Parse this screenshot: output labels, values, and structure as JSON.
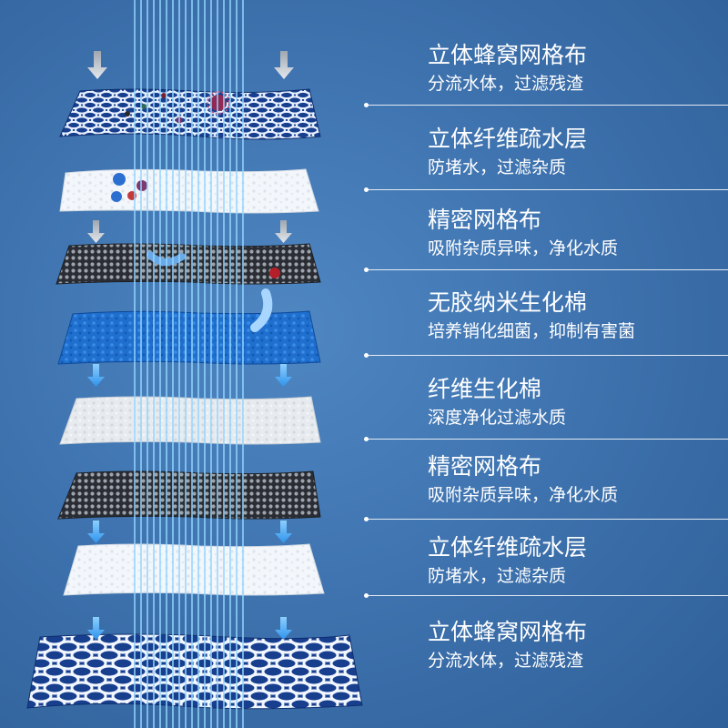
{
  "layers": [
    {
      "id": "honeycomb-top",
      "title": "立体蜂窝网格布",
      "desc": "分流水体，过滤残渣",
      "texture": "honeycomb-blue"
    },
    {
      "id": "fiber-drain-1",
      "title": "立体纤维疏水层",
      "desc": "防堵水，过滤杂质",
      "texture": "white-fiber"
    },
    {
      "id": "fine-mesh-1",
      "title": "精密网格布",
      "desc": "吸附杂质异味，净化水质",
      "texture": "dark-mesh"
    },
    {
      "id": "bio-cotton-blue",
      "title": "无胶纳米生化棉",
      "desc": "培养销化细菌，抑制有害菌",
      "texture": "blue-cotton"
    },
    {
      "id": "fiber-bio-cotton",
      "title": "纤维生化棉",
      "desc": "深度净化过滤水质",
      "texture": "grey-cotton"
    },
    {
      "id": "fine-mesh-2",
      "title": "精密网格布",
      "desc": "吸附杂质异味，净化水质",
      "texture": "dark-mesh"
    },
    {
      "id": "fiber-drain-2",
      "title": "立体纤维疏水层",
      "desc": "防堵水，过滤杂质",
      "texture": "white-fiber"
    },
    {
      "id": "honeycomb-bottom",
      "title": "立体蜂窝网格布",
      "desc": "分流水体，过滤残渣",
      "texture": "honeycomb-blue"
    }
  ],
  "colors": {
    "background": "#3f74b0",
    "text": "#ffffff",
    "arrow_grey": "#d9dde3",
    "arrow_blue": "#3aa6ff",
    "water_lines": "#8fd3ff"
  },
  "icons": [
    "down-arrow-icon",
    "bacteria-icon",
    "worm-icon"
  ]
}
